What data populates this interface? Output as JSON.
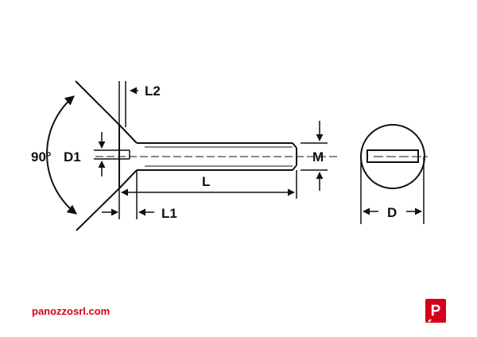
{
  "labels": {
    "angle": "90°",
    "d1": "D1",
    "l2": "L2",
    "l": "L",
    "l1": "L1",
    "m": "M",
    "d": "D"
  },
  "footer": {
    "website": "panozzosrl.com",
    "logo_letter": "P"
  },
  "colors": {
    "line": "#111111",
    "brand": "#d4001a"
  }
}
